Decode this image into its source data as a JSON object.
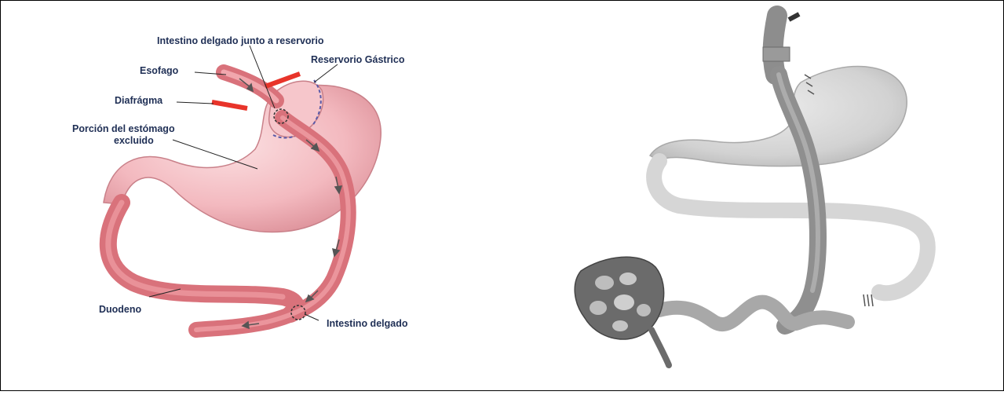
{
  "labels": {
    "intestino_junto": "Intestino delgado junto a reservorio",
    "reservorio": "Reservorio Gástrico",
    "esofago": "Esofago",
    "diafragma": "Diafrágma",
    "porcion_line1": "Porción del estómago",
    "porcion_line2": "excluido",
    "duodeno": "Duodeno",
    "intestino_delgado": "Intestino delgado"
  },
  "colors": {
    "stomach_pink": "#f3b9bf",
    "intestine_red": "#d9727b",
    "diaphragm_red": "#e8342a",
    "label_navy": "#1f2f55",
    "staple_purple": "#5a5aa8"
  }
}
